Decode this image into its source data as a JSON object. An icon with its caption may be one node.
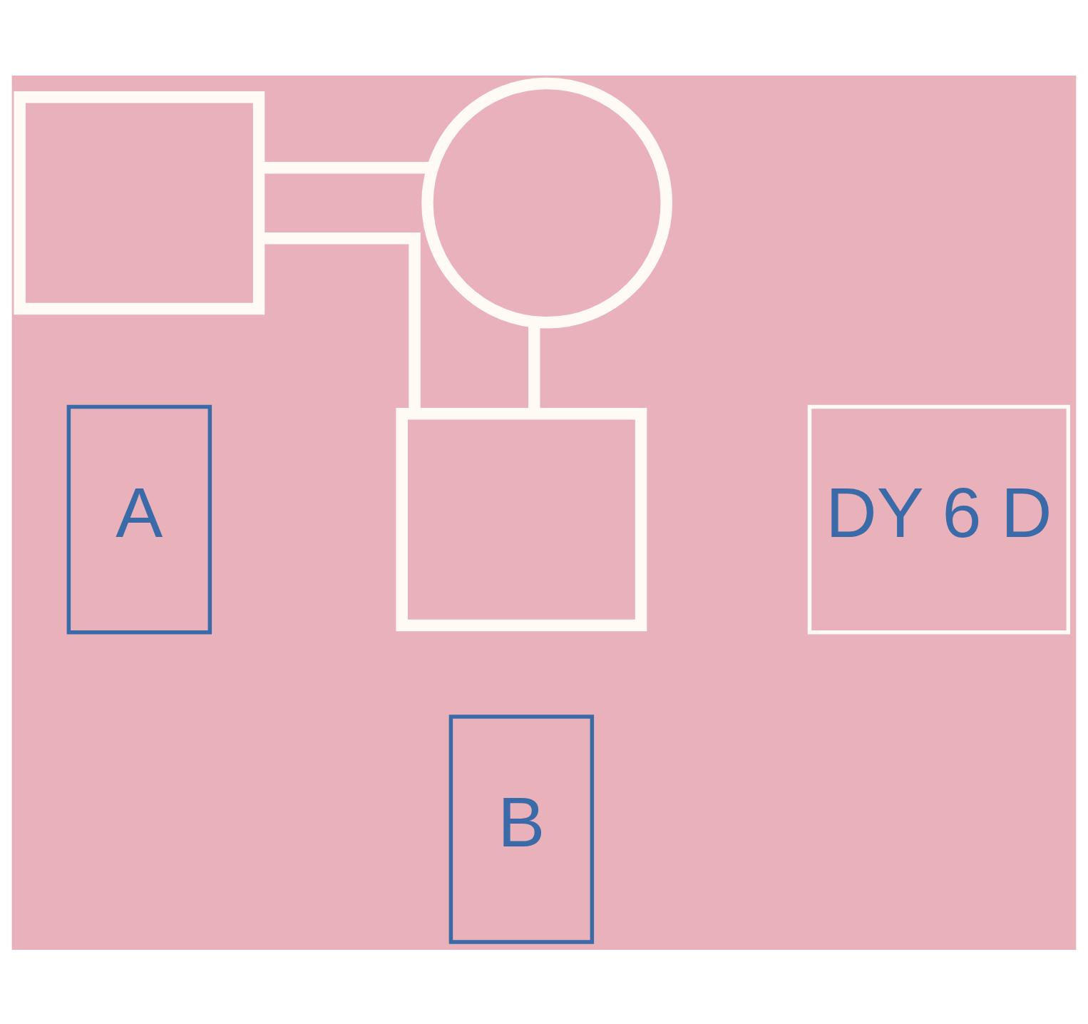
{
  "diagram": {
    "nodes": [
      {
        "text": [],
        "shape": "box"
      },
      {
        "text": [],
        "shape": "circle"
      },
      {
        "text": [],
        "shape": "box"
      },
      {
        "text": [
          "A"
        ]
      },
      {
        "text": [
          "B"
        ]
      },
      {
        "text": [
          "DY 6 D"
        ]
      }
    ],
    "edges": [
      {
        "from": 0,
        "to": 1,
        "arrow": "none"
      },
      {
        "from": 0,
        "to": 2,
        "arrow": "none"
      },
      {
        "from": 1,
        "to": 2,
        "arrow": "none"
      }
    ]
  }
}
